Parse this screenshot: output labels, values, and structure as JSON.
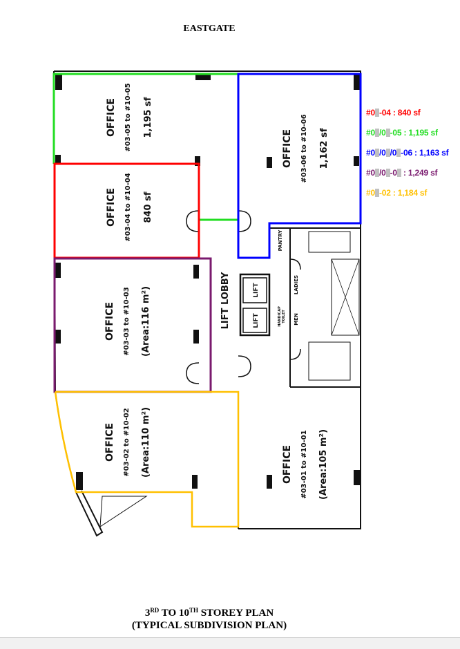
{
  "document": {
    "title": "EASTGATE",
    "caption": {
      "line1_a": "3",
      "line1_sup1": "RD",
      "line1_b": " TO 10",
      "line1_sup2": "TH",
      "line1_c": " STOREY PLAN",
      "line2": "(TYPICAL SUBDIVISION PLAN)"
    }
  },
  "legend": [
    {
      "color": "#ff0000",
      "parts": [
        "#0",
        "-04 : 840 sf"
      ]
    },
    {
      "color": "#22dd22",
      "parts": [
        "#0",
        "/0",
        "-05 : 1,195 sf"
      ]
    },
    {
      "color": "#0000ff",
      "parts": [
        "#0",
        "/0",
        "/0",
        "-06 : 1,163 sf"
      ]
    },
    {
      "color": "#7a1a6e",
      "parts": [
        "#0",
        "/0",
        "-0",
        " : 1,249 sf"
      ]
    },
    {
      "color": "#ffc000",
      "parts": [
        "#0",
        "-02 : 1,184 sf"
      ]
    }
  ],
  "plan": {
    "units": [
      {
        "label": "OFFICE",
        "number": "#03-05 to #10-05",
        "area": "1,195 sf"
      },
      {
        "label": "OFFICE",
        "number": "#03-04 to #10-04",
        "area": "840 sf"
      },
      {
        "label": "OFFICE",
        "number": "#03-06 to #10-06",
        "area": "1,162 sf"
      },
      {
        "label": "OFFICE",
        "number": "#03-03 to #10-03",
        "area": "(Area:116 m²)"
      },
      {
        "label": "OFFICE",
        "number": "#03-02 to #10-02",
        "area": "(Area:110 m²)"
      },
      {
        "label": "OFFICE",
        "number": "#03-01 to #10-01",
        "area": "(Area:105 m²)"
      }
    ],
    "rooms": {
      "lift_lobby": "LIFT LOBBY",
      "lift": "LIFT",
      "pantry": "PANTRY",
      "ladies": "LADIES",
      "men": "MEN",
      "handicap_1": "HANDICAP",
      "handicap_2": "TOILET"
    }
  }
}
